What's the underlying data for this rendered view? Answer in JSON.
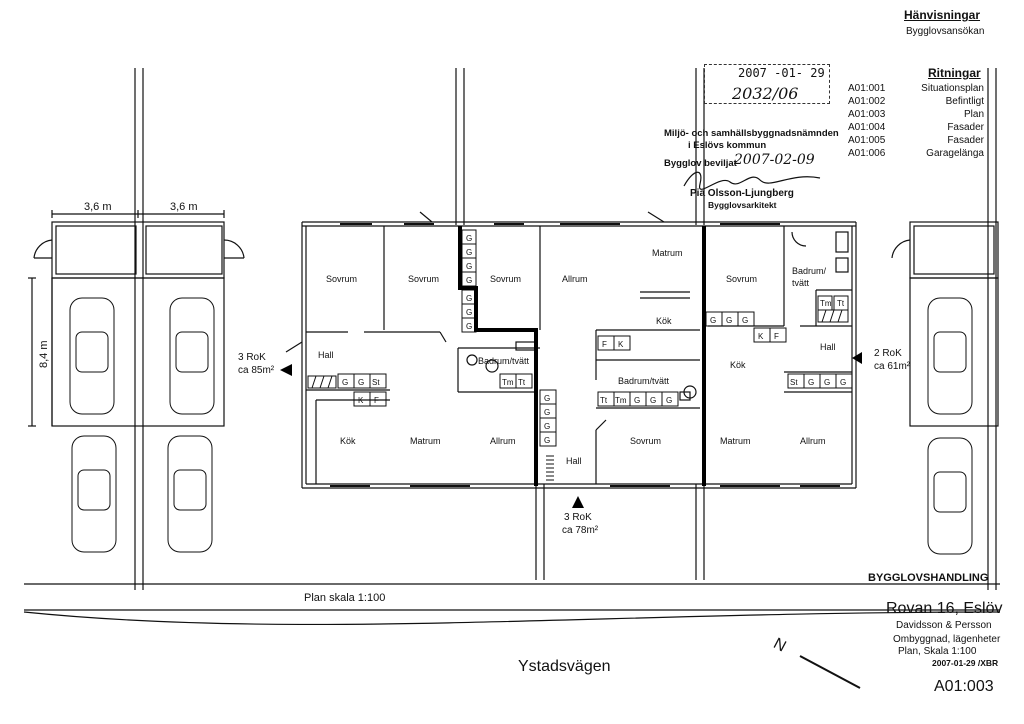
{
  "references": {
    "heading": "Hänvisningar",
    "subtext": "Bygglovsansökan"
  },
  "drawings": {
    "heading": "Ritningar",
    "items": [
      {
        "code": "A01:001",
        "name": "Situationsplan"
      },
      {
        "code": "A01:002",
        "name": "Befintligt"
      },
      {
        "code": "A01:003",
        "name": "Plan"
      },
      {
        "code": "A01:004",
        "name": "Fasader"
      },
      {
        "code": "A01:005",
        "name": "Fasader"
      },
      {
        "code": "A01:006",
        "name": "Garagelänga"
      }
    ]
  },
  "stamp": {
    "received_date": "2007 -01- 29",
    "case_number": "2032/06",
    "authority_line1": "Miljö- och samhällsbyggnadsnämnden",
    "authority_line2": "i Eslövs kommun",
    "granted_label": "Bygglov beviljat",
    "granted_date": "2007-02-09",
    "signer_name": "Pia Olsson-Ljungberg",
    "signer_title": "Bygglovsarkitekt"
  },
  "title_block": {
    "status": "BYGGLOVSHANDLING",
    "project": "Rovan 16, Eslöv",
    "architect": "Davidsson & Persson",
    "description": "Ombyggnad, lägenheter",
    "scale": "Plan, Skala 1:100",
    "dated": "2007-01-29 /XBR",
    "sheet": "A01:003"
  },
  "plan": {
    "street": "Ystadsvägen",
    "scale_label": "Plan skala 1:100",
    "north": "N",
    "garage": {
      "width_left": "3,6 m",
      "width_right": "3,6 m",
      "depth": "8,4 m"
    },
    "units": [
      {
        "line1": "3 RoK",
        "line2": "ca 85m²"
      },
      {
        "line1": "3 RoK",
        "line2": "ca 78m²"
      },
      {
        "line1": "2 RoK",
        "line2": "ca 61m²"
      }
    ],
    "rooms": {
      "bedroom": "Sovrum",
      "living": "Allrum",
      "dining": "Matrum",
      "kitchen": "Kök",
      "hall": "Hall",
      "bath": "Badrum/tvätt",
      "bath_l1": "Badrum/",
      "bath_l2": "tvätt"
    },
    "fixtures": {
      "wardrobe": "G",
      "broom": "St",
      "fridge": "K",
      "freezer": "F",
      "dryer": "Tt",
      "washer": "Tm"
    }
  }
}
